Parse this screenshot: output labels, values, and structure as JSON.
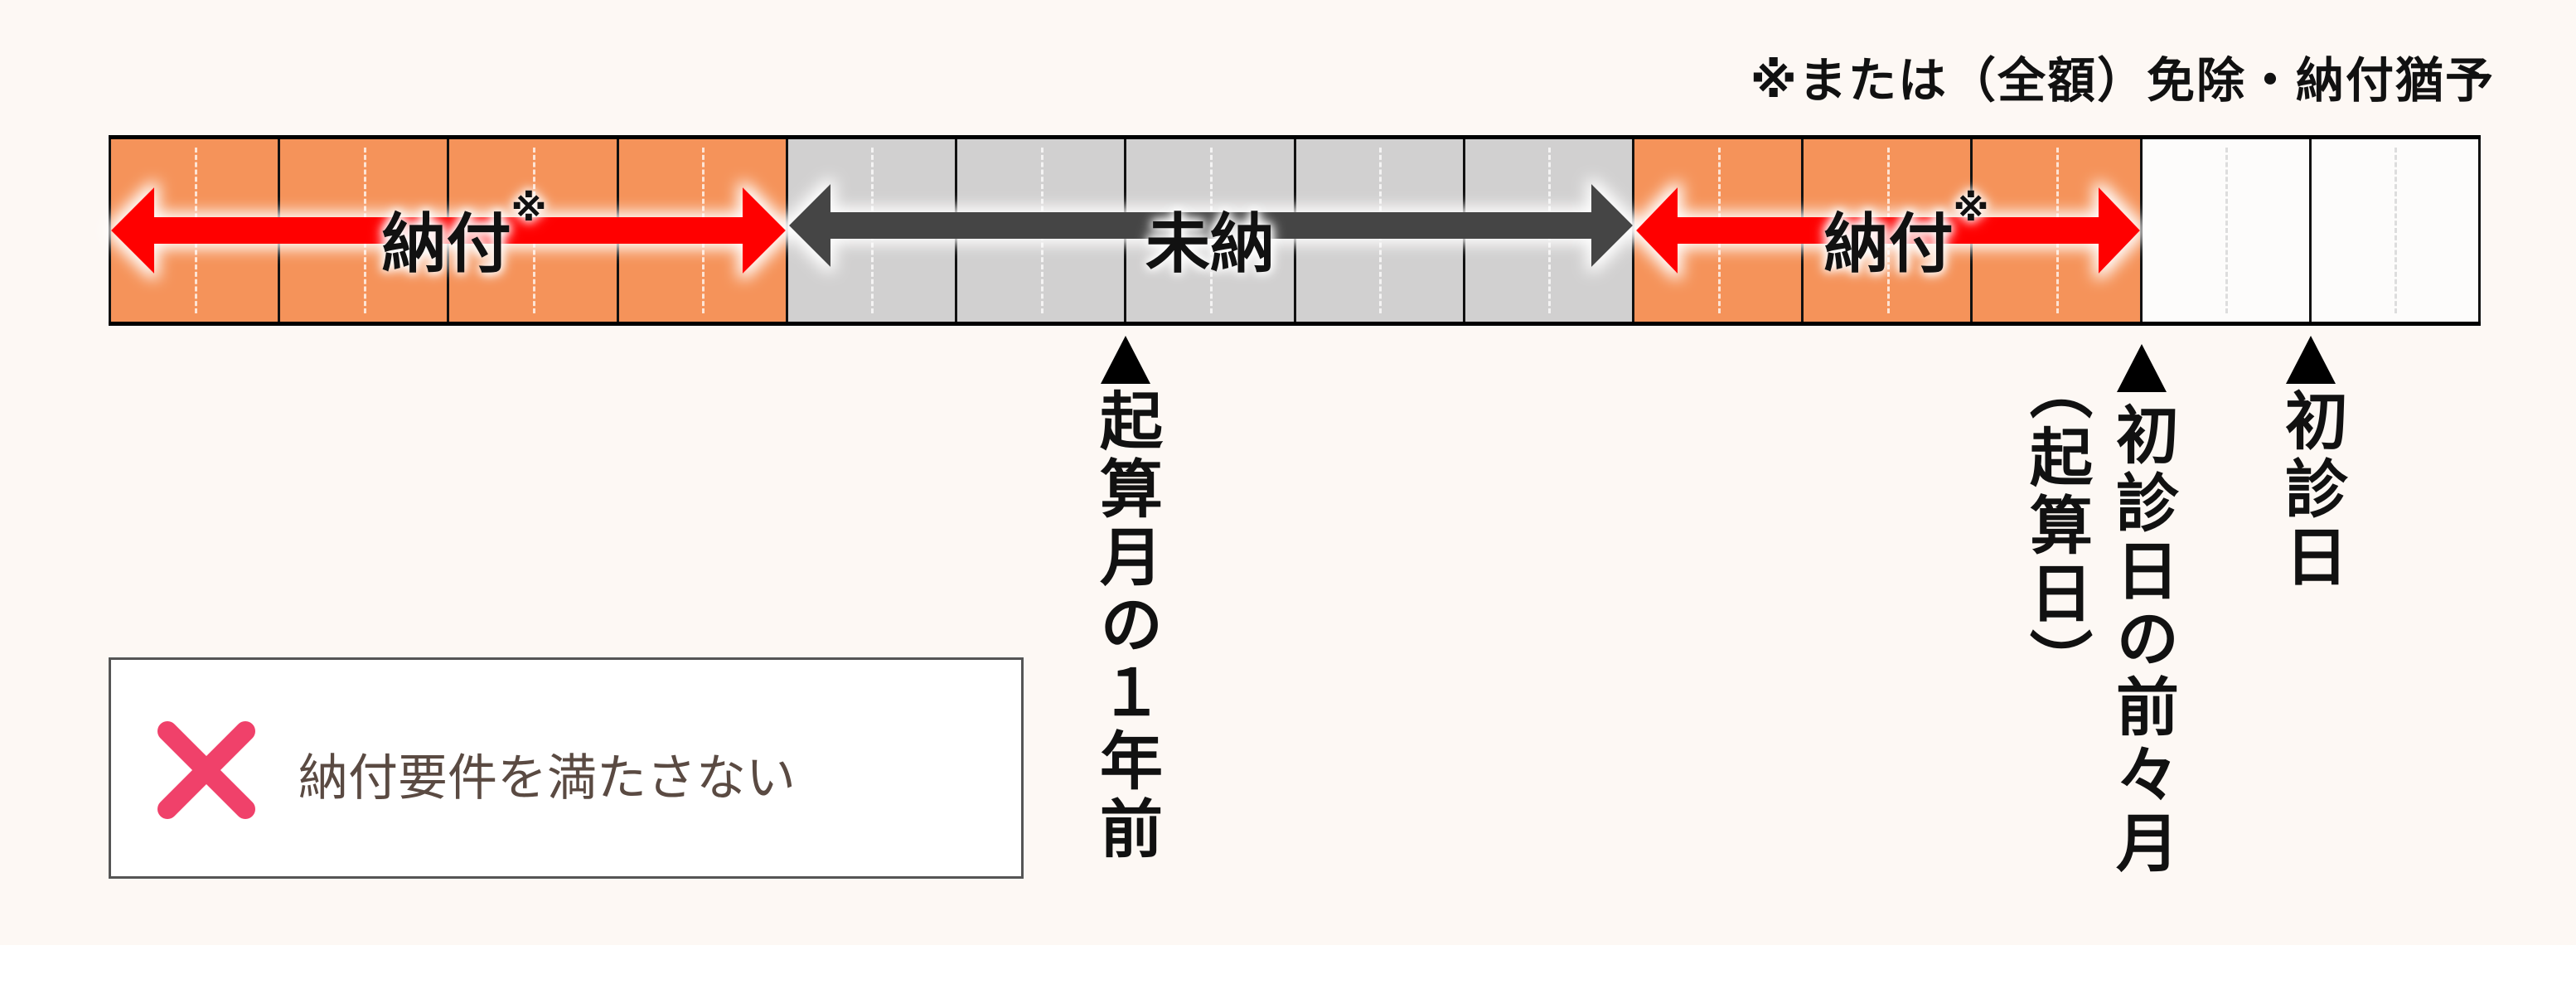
{
  "note": "※または（全額）免除・納付猶予",
  "timeline": {
    "months": [
      "paid",
      "paid",
      "paid",
      "paid",
      "unpaid",
      "unpaid",
      "unpaid",
      "unpaid",
      "unpaid",
      "paid",
      "paid",
      "paid",
      "future",
      "future"
    ],
    "colors": {
      "paid": "#f5935a",
      "unpaid": "#d1d0d0",
      "future": "#fdfcfb",
      "paid_arrow": "#ff0000",
      "unpaid_arrow": "#444444"
    },
    "segments": [
      {
        "label": "納付",
        "mark": "※"
      },
      {
        "label": "未納",
        "mark": ""
      },
      {
        "label": "納付",
        "mark": "※"
      }
    ]
  },
  "markers": [
    {
      "label": "起算月の１年前"
    },
    {
      "label": "初診日の前々月",
      "sub": "（起算日）"
    },
    {
      "label": "初診日"
    }
  ],
  "legend": {
    "icon": "cross-icon",
    "icon_color": "#f0416a",
    "text": "納付要件を満たさない"
  }
}
